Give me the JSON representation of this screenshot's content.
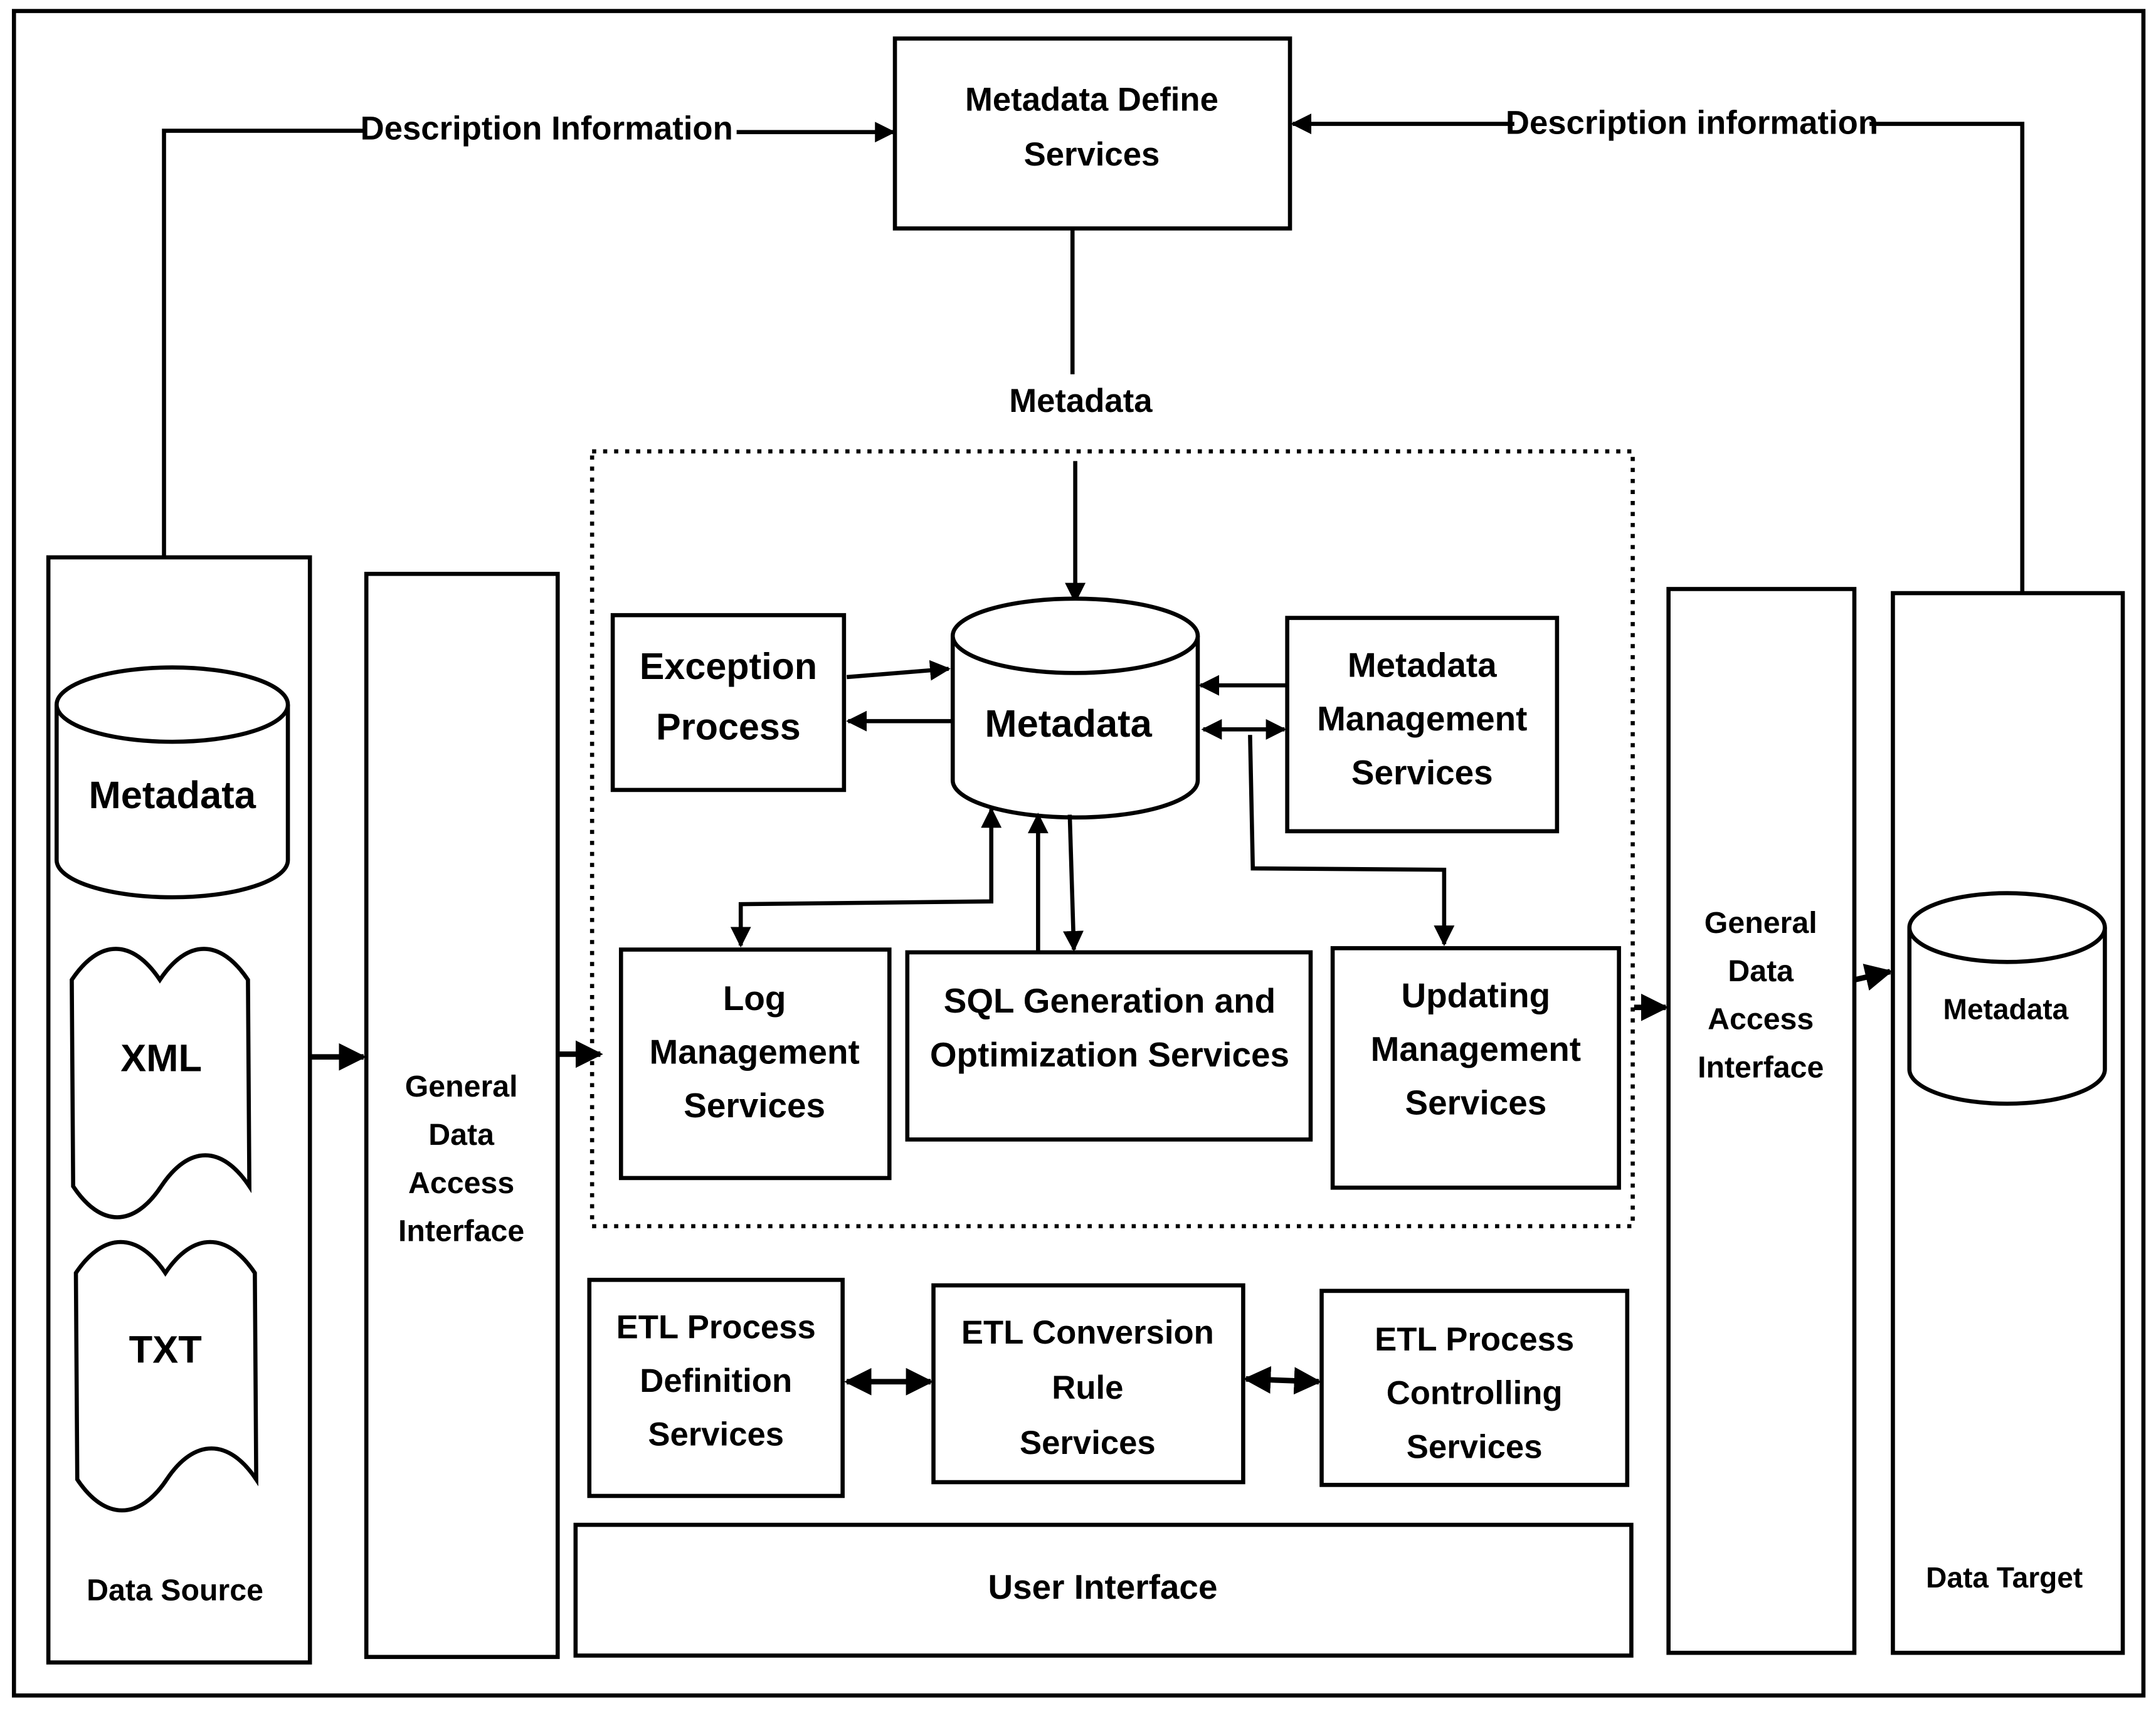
{
  "labels": {
    "description_left": "Description Information",
    "description_right": "Description information",
    "metadata_arrow": "Metadata"
  },
  "nodes": {
    "define_services": [
      "Metadata Define",
      "Services"
    ],
    "data_source_metadata": [
      "Metadata"
    ],
    "xml": [
      "XML"
    ],
    "txt": [
      "TXT"
    ],
    "data_source": [
      "Data Source"
    ],
    "gdai_left": [
      "General",
      "Data",
      "Access",
      "Interface"
    ],
    "exception": [
      "Exception",
      "Process"
    ],
    "central_metadata": [
      "Metadata"
    ],
    "mgmt_services": [
      "Metadata",
      "Management",
      "Services"
    ],
    "log_mgmt": [
      "Log",
      "Management",
      "Services"
    ],
    "sql_gen": [
      "SQL Generation and",
      "Optimization Services"
    ],
    "updating": [
      "Updating",
      "Management",
      "Services"
    ],
    "etl_def": [
      "ETL Process",
      "Definition",
      "Services"
    ],
    "etl_conv": [
      "ETL Conversion",
      "Rule",
      "Services"
    ],
    "etl_ctrl": [
      "ETL Process",
      "Controlling",
      "Services"
    ],
    "user_interface": [
      "User Interface"
    ],
    "gdai_right": [
      "General",
      "Data",
      "Access",
      "Interface"
    ],
    "target_metadata": [
      "Metadata"
    ],
    "data_target": [
      "Data Target"
    ]
  }
}
